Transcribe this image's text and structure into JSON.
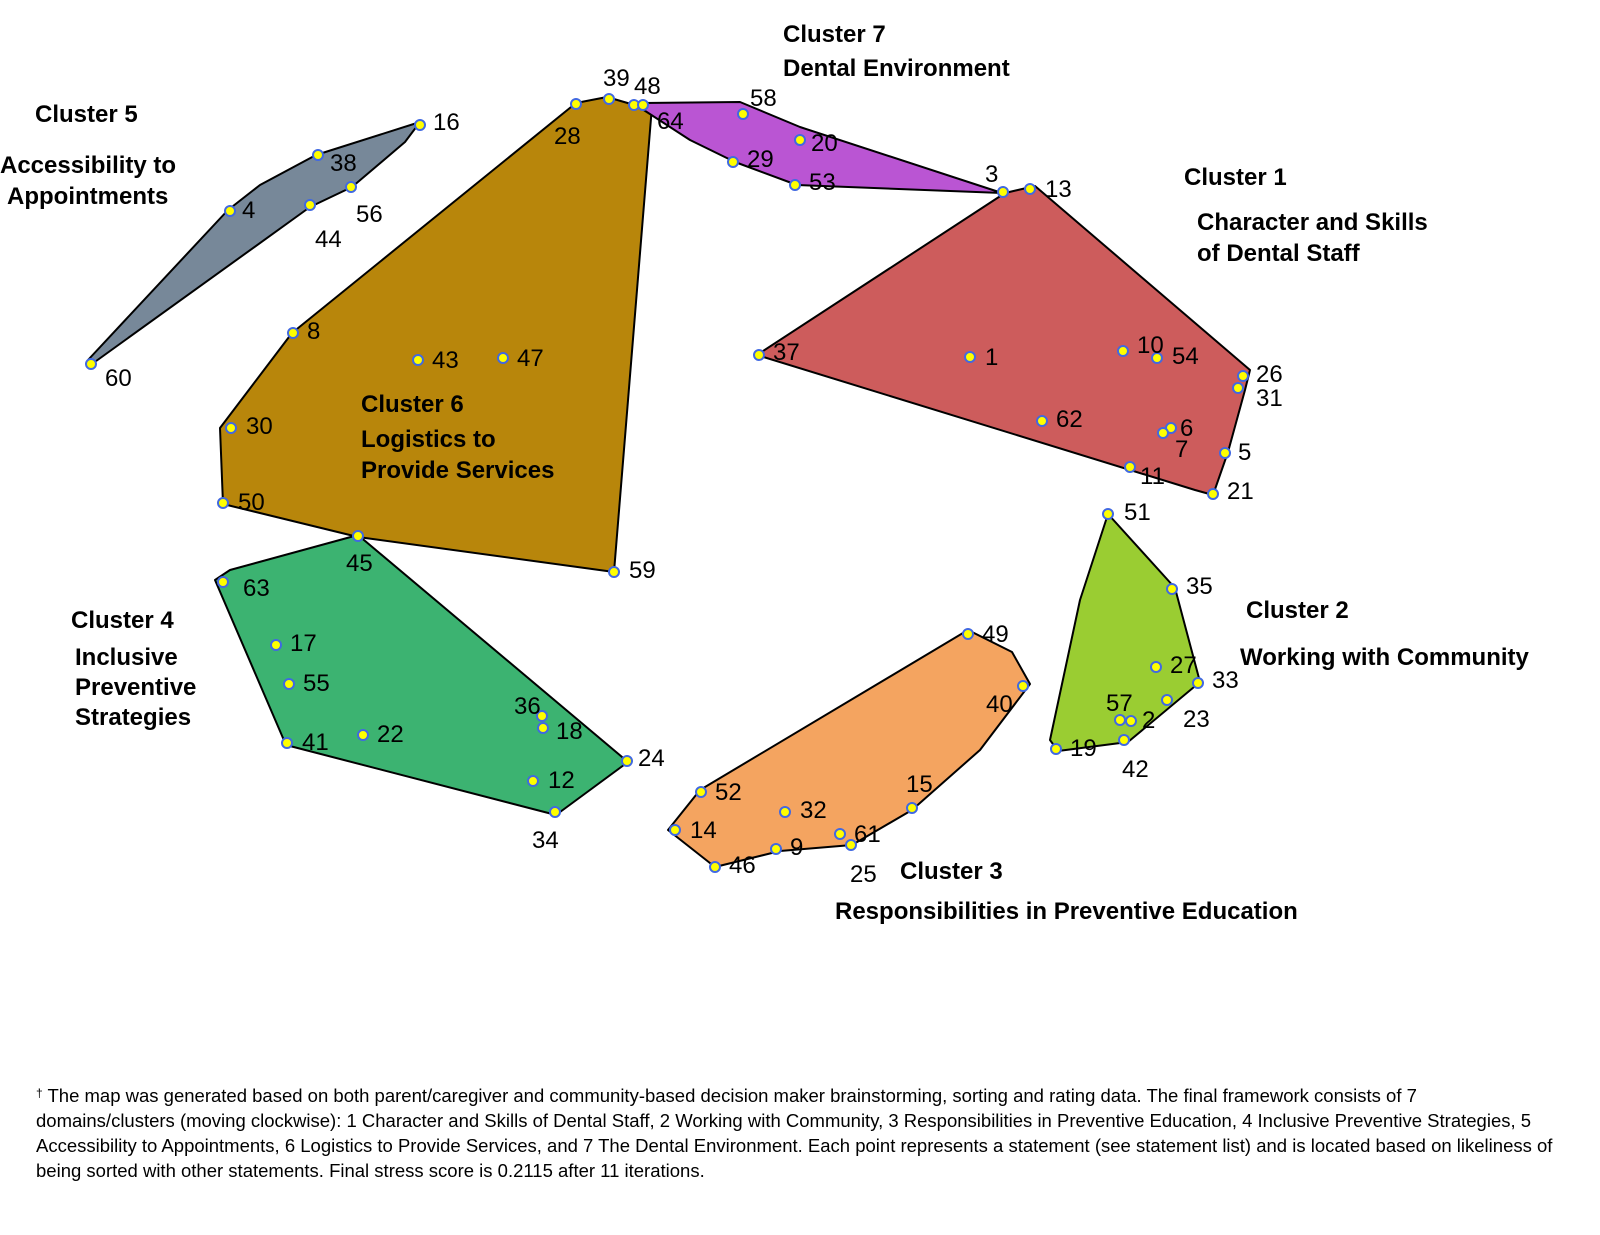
{
  "clusters": [
    {
      "id": 1,
      "title": "Cluster 1",
      "lines": [
        "Character and Skills",
        "of Dental Staff"
      ],
      "color": "#cd5c5c"
    },
    {
      "id": 2,
      "title": "Cluster 2",
      "lines": [
        "Working with Community"
      ],
      "color": "#9acd32"
    },
    {
      "id": 3,
      "title": "Cluster 3",
      "lines": [
        "Responsibilities in Preventive Education"
      ],
      "color": "#f4a460"
    },
    {
      "id": 4,
      "title": "Cluster 4",
      "lines": [
        "Inclusive",
        "Preventive",
        "Strategies"
      ],
      "color": "#3cb371"
    },
    {
      "id": 5,
      "title": "Cluster 5",
      "lines": [
        "Accessibility to",
        "Appointments"
      ],
      "color": "#778899"
    },
    {
      "id": 6,
      "title": "Cluster 6",
      "lines": [
        "Logistics to",
        "Provide Services"
      ],
      "color": "#b8860b"
    },
    {
      "id": 7,
      "title": "Cluster 7",
      "lines": [
        "Dental Environment"
      ],
      "color": "#ba55d3"
    }
  ],
  "statements": [
    "1",
    "2",
    "3",
    "4",
    "5",
    "6",
    "7",
    "8",
    "9",
    "10",
    "11",
    "12",
    "13",
    "14",
    "15",
    "16",
    "17",
    "18",
    "19",
    "20",
    "21",
    "22",
    "23",
    "24",
    "25",
    "26",
    "27",
    "28",
    "29",
    "30",
    "31",
    "32",
    "33",
    "34",
    "35",
    "36",
    "37",
    "38",
    "39",
    "40",
    "41",
    "42",
    "43",
    "44",
    "45",
    "46",
    "47",
    "48",
    "49",
    "50",
    "51",
    "52",
    "53",
    "54",
    "55",
    "56",
    "57",
    "58",
    "59",
    "60",
    "61",
    "62",
    "63",
    "64"
  ],
  "point_color": "#ffff00",
  "point_outline": "#4169e1",
  "footnote": {
    "dagger": "†",
    "text": " The map was generated based on both parent/caregiver and community-based decision maker brainstorming, sorting and rating data. The final framework consists of 7 domains/clusters (moving clockwise): 1 Character and Skills of Dental Staff, 2 Working with Community, 3 Responsibilities in Preventive Education, 4 Inclusive Preventive Strategies, 5 Accessibility to Appointments, 6 Logistics to Provide Services, and 7 The Dental Environment. Each point represents a statement (see statement list) and is located based on likeliness of being sorted with other statements. Final stress score is 0.2115 after 11 iterations."
  }
}
